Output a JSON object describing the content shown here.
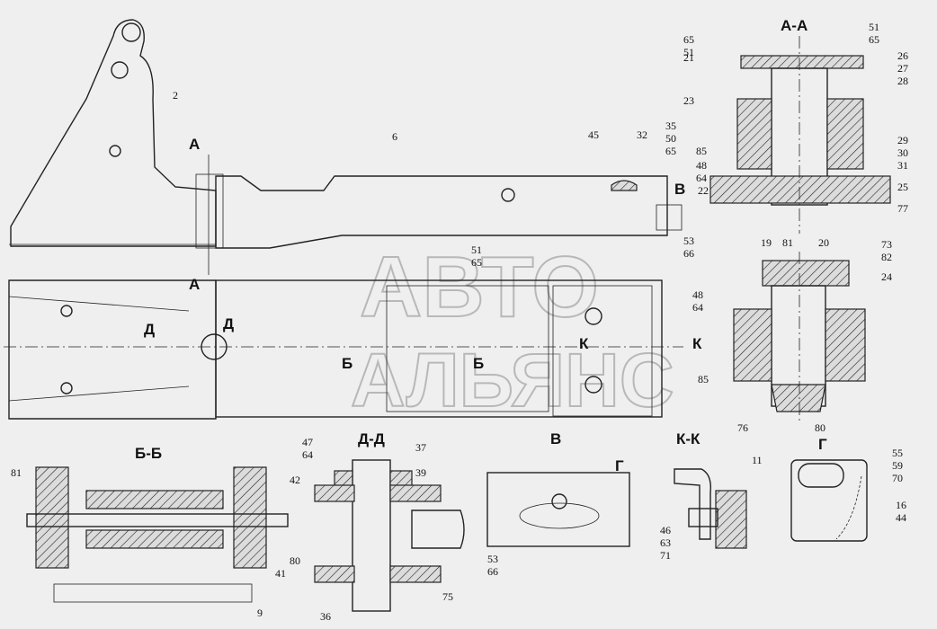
{
  "watermark": {
    "line1": "АВТО",
    "line2": "АЛЬЯНС"
  },
  "section_titles": {
    "aa": "А-А",
    "bb": "Б-Б",
    "dd": "Д-Д",
    "v": "В",
    "kk": "К-К",
    "g": "Г"
  },
  "view_marks": {
    "a_top": "А",
    "a_bottom": "А",
    "d_left": "Д",
    "d_right": "Д",
    "b_left": "Б",
    "b_right": "Б",
    "k_left": "К",
    "k_right": "К",
    "v_arrow": "В",
    "g_mark": "Г"
  },
  "callouts": {
    "c2": "2",
    "c6": "6",
    "c45": "45",
    "c32": "32",
    "c35": "35",
    "c50": "50",
    "c65a": "65",
    "c53a": "53",
    "c66a": "66",
    "c51a": "51",
    "c65b": "65",
    "aa_51l": "51",
    "aa_65l": "65",
    "aa_51r": "51",
    "aa_65r": "65",
    "aa_21": "21",
    "aa_26": "26",
    "aa_27": "27",
    "aa_28": "28",
    "aa_23": "23",
    "aa_85": "85",
    "aa_48": "48",
    "aa_64": "64",
    "aa_22": "22",
    "aa_29": "29",
    "aa_30": "30",
    "aa_31": "31",
    "aa_25": "25",
    "aa_77": "77",
    "aa_19": "19",
    "aa_81": "81",
    "aa_20": "20",
    "lo_73": "73",
    "lo_82": "82",
    "lo_24": "24",
    "lo_48": "48",
    "lo_64": "64",
    "lo_85": "85",
    "lo_76": "76",
    "lo_80": "80",
    "bb_81": "81",
    "bb_42": "42",
    "bb_80": "80",
    "bb_41": "41",
    "bb_9": "9",
    "dd_47": "47",
    "dd_64": "64",
    "dd_37": "37",
    "dd_39": "39",
    "dd_36": "36",
    "dd_75": "75",
    "v_53": "53",
    "v_66": "66",
    "kk_46": "46",
    "kk_63": "63",
    "kk_71": "71",
    "g_11": "11",
    "g_55": "55",
    "g_59": "59",
    "g_70": "70",
    "g_16": "16",
    "g_44": "44"
  }
}
